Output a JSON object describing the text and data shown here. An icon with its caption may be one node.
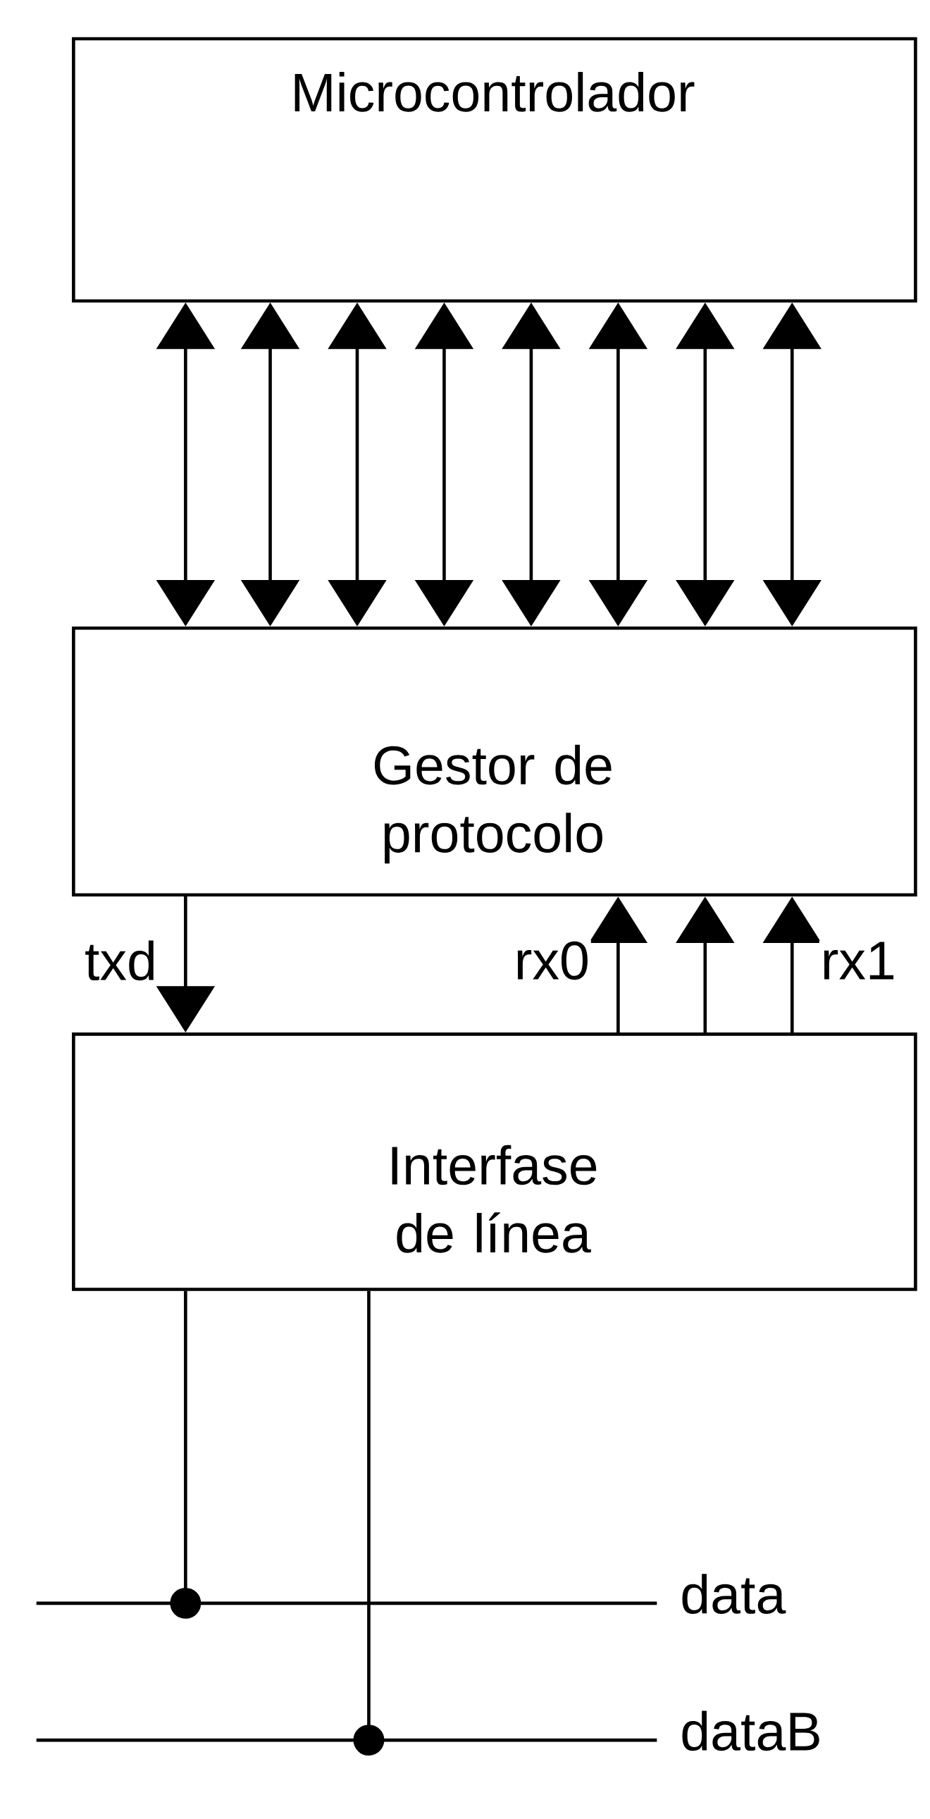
{
  "diagram": {
    "nodes": [
      {
        "text": [
          "Microcontrolador"
        ]
      },
      {
        "text": [
          "Gestor de protocolo"
        ]
      },
      {
        "text": [
          "Interfase de línea"
        ]
      },
      {
        "text": [],
        "shape": "line",
        "beside": [
          "data"
        ]
      },
      {
        "text": [],
        "shape": "line",
        "beside": [
          "dataB"
        ]
      }
    ],
    "edges": [
      {
        "from": 0,
        "to": 1,
        "arrow": "both"
      },
      {
        "from": 0,
        "to": 1,
        "arrow": "both"
      },
      {
        "from": 0,
        "to": 1,
        "arrow": "both"
      },
      {
        "from": 0,
        "to": 1,
        "arrow": "both"
      },
      {
        "from": 0,
        "to": 1,
        "arrow": "both"
      },
      {
        "from": 0,
        "to": 1,
        "arrow": "both"
      },
      {
        "from": 0,
        "to": 1,
        "arrow": "both"
      },
      {
        "from": 0,
        "to": 1,
        "arrow": "both"
      },
      {
        "from": 1,
        "to": 2,
        "arrow": "to",
        "label": "txd"
      },
      {
        "from": 2,
        "to": 1,
        "arrow": "to",
        "label": "rx0"
      },
      {
        "from": 2,
        "to": 1,
        "arrow": "to"
      },
      {
        "from": 2,
        "to": 1,
        "arrow": "to",
        "label": "rx1"
      },
      {
        "from": 2,
        "to": 3,
        "arrow": "other"
      },
      {
        "from": 2,
        "to": 4,
        "arrow": "other"
      }
    ]
  }
}
